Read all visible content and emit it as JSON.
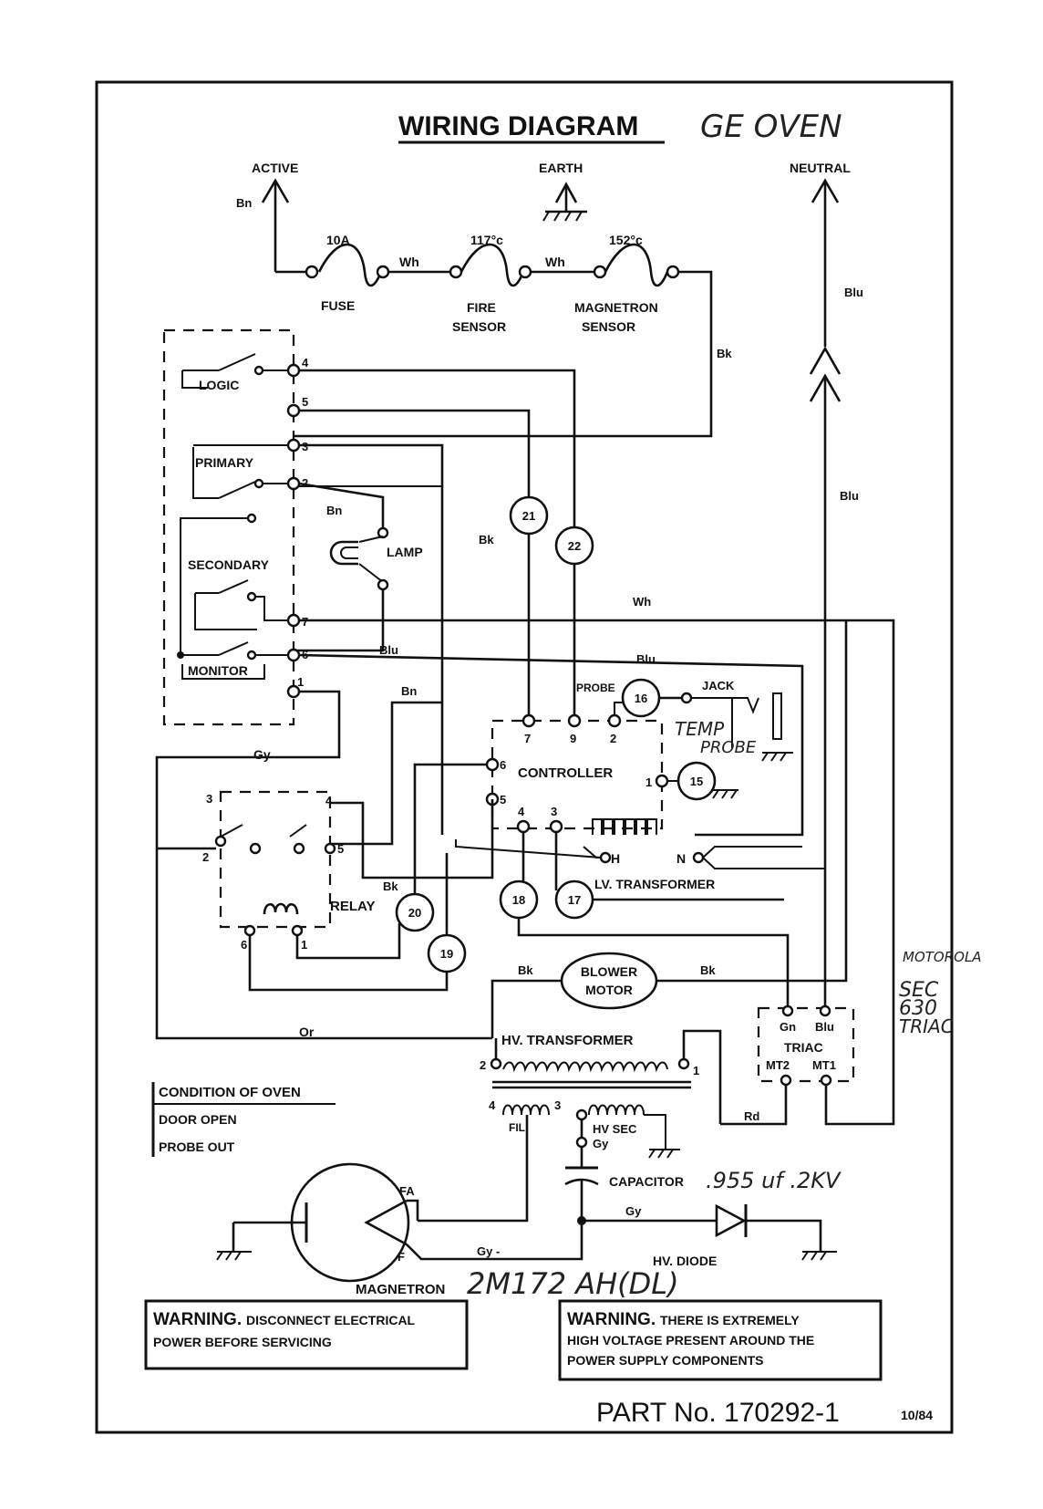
{
  "title": "WIRING DIAGRAM",
  "handwritten_title": "GE OVEN",
  "supply": {
    "active": "ACTIVE",
    "earth": "EARTH",
    "neutral": "NEUTRAL"
  },
  "wire_colors": {
    "bn": "Bn",
    "wh": "Wh",
    "blu": "Blu",
    "bk": "Bk",
    "gy": "Gy",
    "or": "Or",
    "rd": "Rd",
    "gn": "Gn",
    "gy_dash": "Gy -"
  },
  "fuses": {
    "fuse_rating": "10A",
    "fuse": "FUSE",
    "fire_temp": "117°c",
    "fire": "FIRE",
    "fire2": "SENSOR",
    "mag_temp": "152°c",
    "mag": "MAGNETRON",
    "mag2": "SENSOR"
  },
  "switches": {
    "logic": "LOGIC",
    "primary": "PRIMARY",
    "secondary": "SECONDARY",
    "monitor": "MONITOR",
    "lamp": "LAMP"
  },
  "terminals": {
    "t4": "4",
    "t5": "5",
    "t3": "3",
    "t2": "2",
    "t7": "7",
    "t6": "6",
    "t1": "1",
    "t9": "9",
    "t2b": "2",
    "t1b": "1"
  },
  "wires": {
    "w15": "15",
    "w16": "16",
    "w17": "17",
    "w18": "18",
    "w19": "19",
    "w20": "20",
    "w21": "21",
    "w22": "22"
  },
  "controller": {
    "label": "CONTROLLER",
    "probe": "PROBE",
    "jack": "JACK",
    "lv_transformer": "LV. TRANSFORMER",
    "h": "H",
    "n": "N"
  },
  "relay": {
    "label": "RELAY"
  },
  "blower": {
    "line1": "BLOWER",
    "line2": "MOTOR"
  },
  "hv": {
    "transformer": "HV. TRANSFORMER",
    "fil": "FIL",
    "hv_sec": "HV SEC",
    "capacitor": "CAPACITOR",
    "diode": "HV. DIODE",
    "magnetron": "MAGNETRON",
    "fa": "FA",
    "f": "F"
  },
  "triac": {
    "label": "TRIAC",
    "mt2": "MT2",
    "mt1": "MT1"
  },
  "condition": {
    "title": "CONDITION OF OVEN",
    "line1": "DOOR OPEN",
    "line2": "PROBE OUT"
  },
  "warnings": {
    "left_head": "WARNING.",
    "left_l1": "DISCONNECT ELECTRICAL",
    "left_l2": "POWER BEFORE SERVICING",
    "right_head": "WARNING.",
    "right_l1": "THERE IS EXTREMELY",
    "right_l2": "HIGH VOLTAGE PRESENT AROUND THE",
    "right_l3": "POWER SUPPLY COMPONENTS"
  },
  "part": {
    "number": "PART No. 170292-1",
    "date": "10/84"
  },
  "handwritten": {
    "temp_probe_1": "TEMP",
    "temp_probe_2": "PROBE",
    "capacitor_value": ".955 uf .2KV",
    "magnetron_model": "2M172 AH(DL)",
    "motorola": "MOTOROLA",
    "sec_1": "SEC",
    "sec_2": "630",
    "sec_3": "TRIAC"
  }
}
